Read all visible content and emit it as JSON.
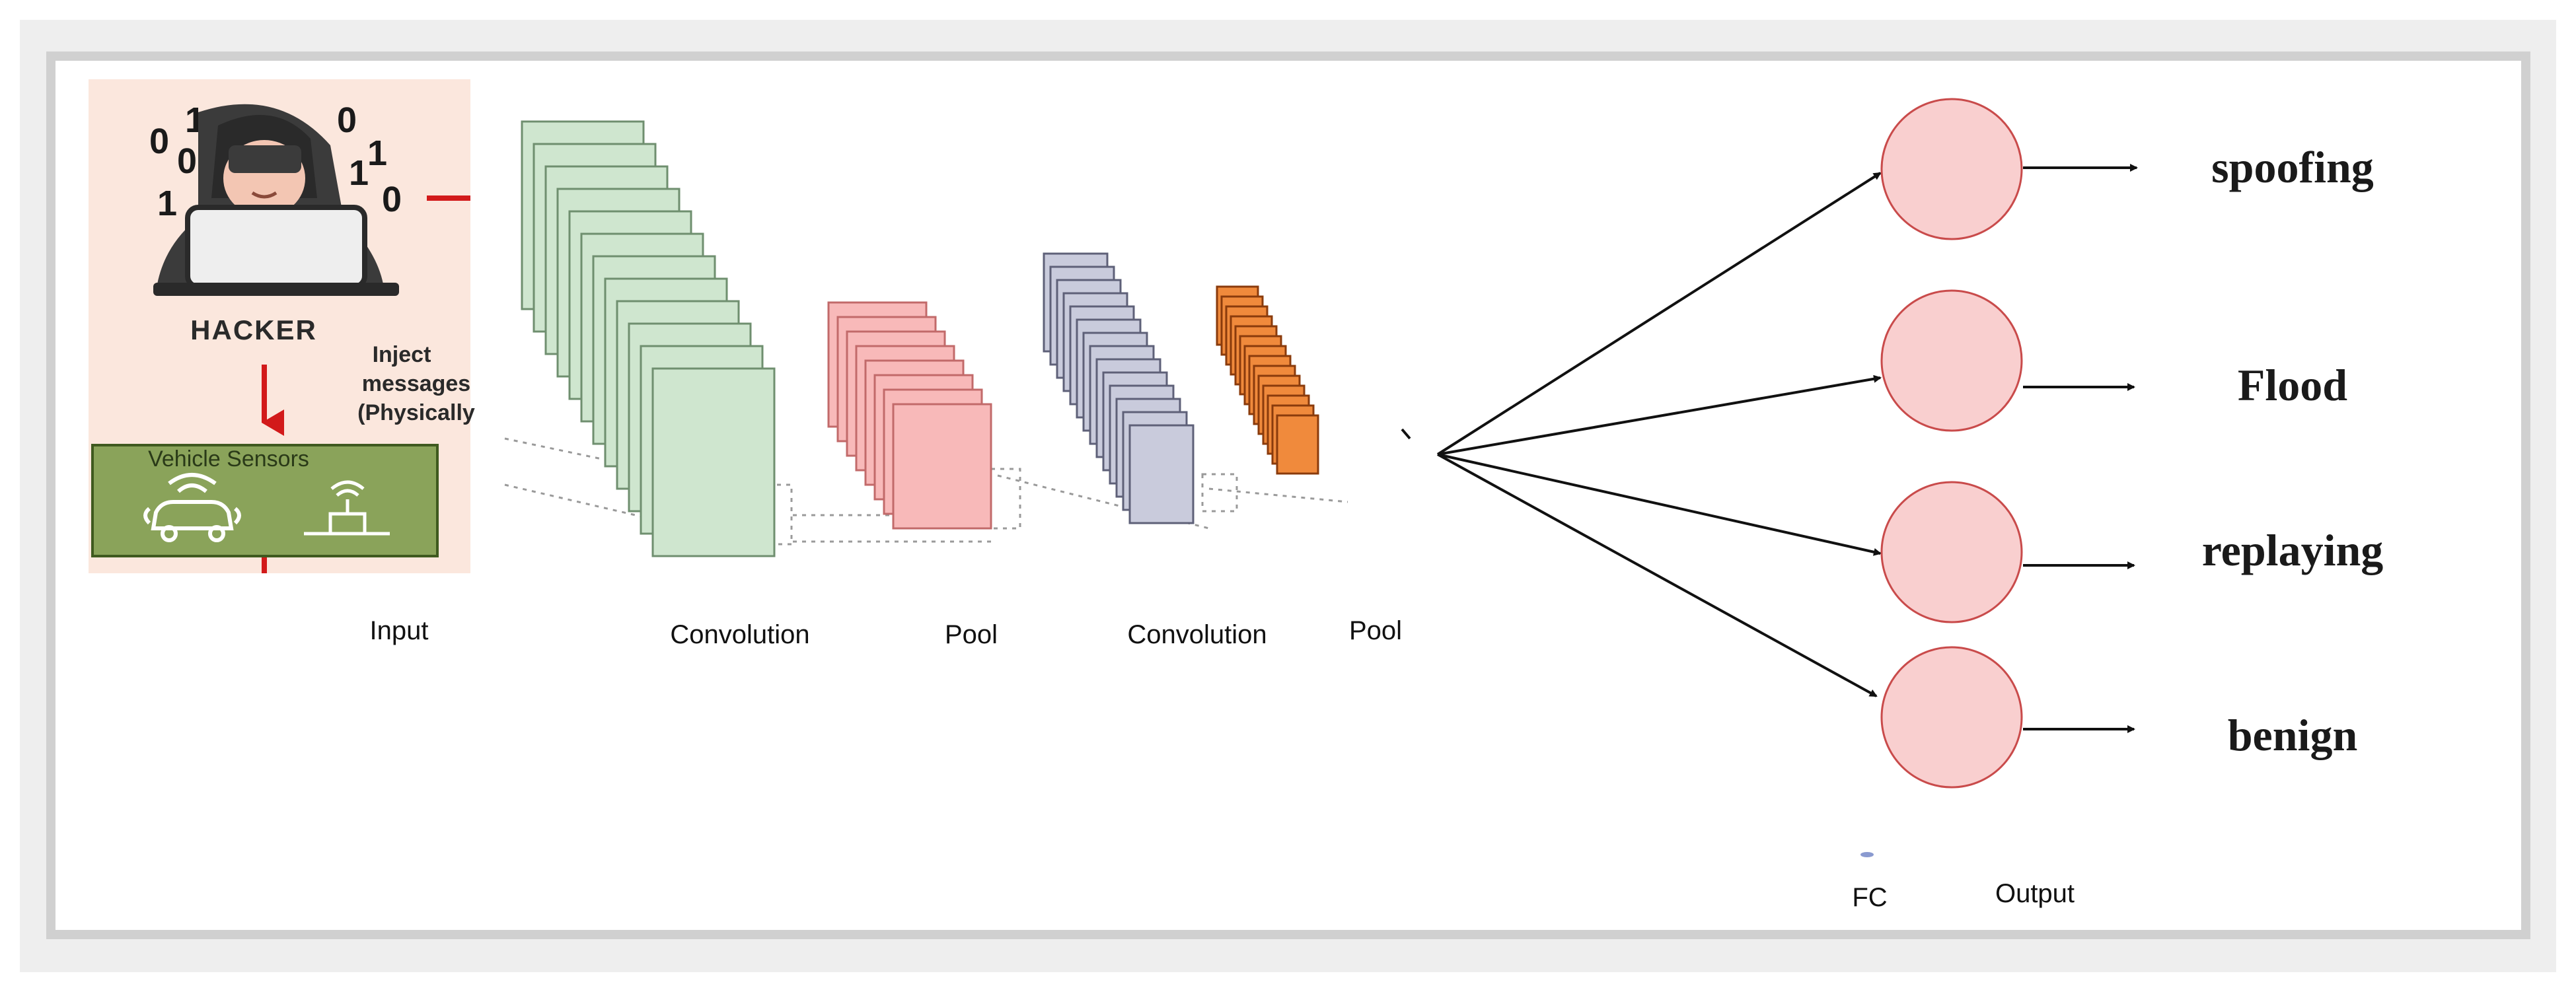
{
  "input_panel": {
    "hacker_label": "HACKER",
    "inject_lines": [
      "Inject",
      "messages",
      "(Physically"
    ],
    "sensors_label": "Vehicle Sensors",
    "binary_digits": [
      "0",
      "1",
      "0",
      "0",
      "1",
      "1",
      "0",
      "1"
    ]
  },
  "stages": {
    "input": "Input",
    "conv1": "Convolution",
    "pool1": "Pool",
    "conv2": "Convolution",
    "pool2": "Pool",
    "fc": "FC",
    "output": "Output"
  },
  "outputs": [
    {
      "label": "spoofing"
    },
    {
      "label": "Flood"
    },
    {
      "label": "replaying"
    },
    {
      "label": "benign"
    }
  ],
  "colors": {
    "conv1_fill": "#cfe6cf",
    "pool1_fill": "#f8b9b9",
    "conv2_fill": "#c9cbdc",
    "pool2_fill": "#f08a3c",
    "node_fill": "#f9cfcf",
    "node_stroke": "#c94b4b",
    "hacker_bg": "#fbe7dd",
    "sensor_bg": "#8aa35a",
    "arrow_red": "#d21a1a"
  }
}
